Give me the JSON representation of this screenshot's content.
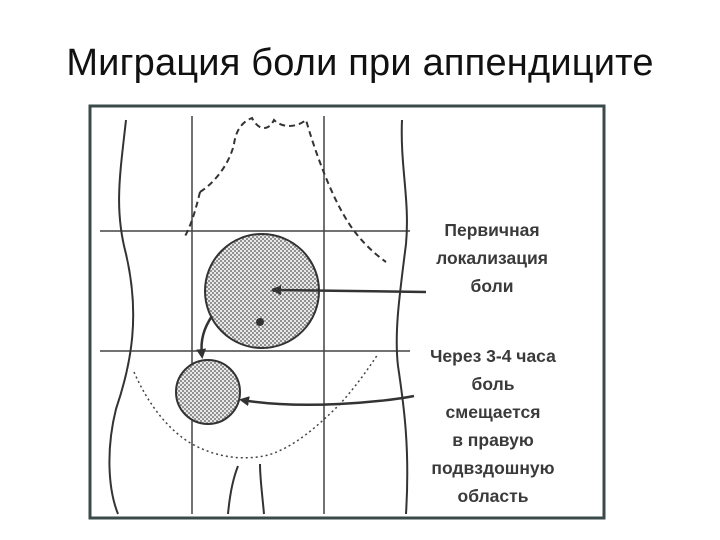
{
  "title": "Миграция боли при аппендиците",
  "diagram": {
    "label_primary": {
      "lines": [
        "Первичная",
        "локализация",
        "боли"
      ]
    },
    "label_migration": {
      "lines": [
        "Через 3-4 часа",
        "боль",
        "смещается",
        "в правую",
        "подвздошную",
        "область"
      ]
    }
  }
}
